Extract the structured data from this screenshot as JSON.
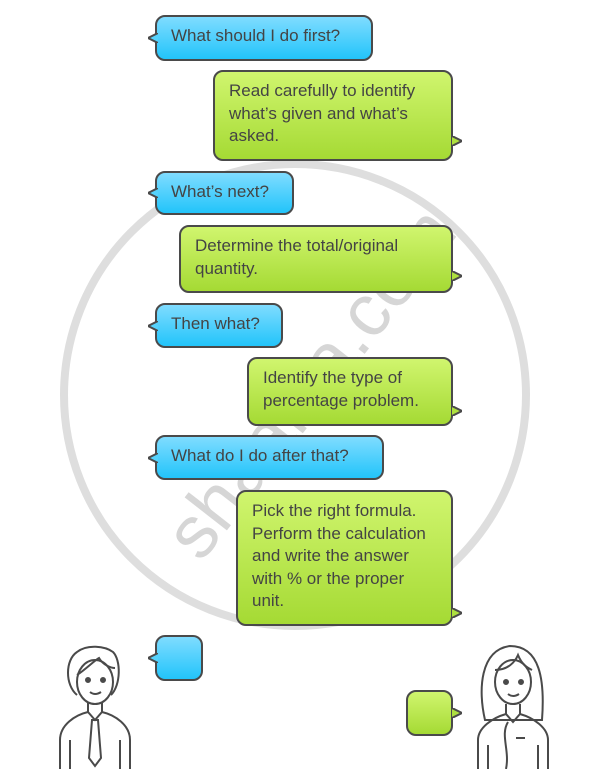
{
  "watermark": "shaalaa.com",
  "messages": [
    {
      "speaker": "student",
      "text": "What should I do first?"
    },
    {
      "speaker": "teacher",
      "text": "Read carefully to identify what’s given and what’s asked."
    },
    {
      "speaker": "student",
      "text": "What’s next?"
    },
    {
      "speaker": "teacher",
      "text": "Determine the total/original quantity."
    },
    {
      "speaker": "student",
      "text": "Then what?"
    },
    {
      "speaker": "teacher",
      "text": "Identify the type of percentage problem."
    },
    {
      "speaker": "student",
      "text": "What do I do after that?"
    },
    {
      "speaker": "teacher",
      "text": "Pick the right formula. Perform the calculation and write the answer with % or the proper unit."
    }
  ],
  "colors": {
    "student_bubble": "#22c4fa",
    "teacher_bubble": "#a5da34",
    "outline": "#4a4a4a"
  }
}
